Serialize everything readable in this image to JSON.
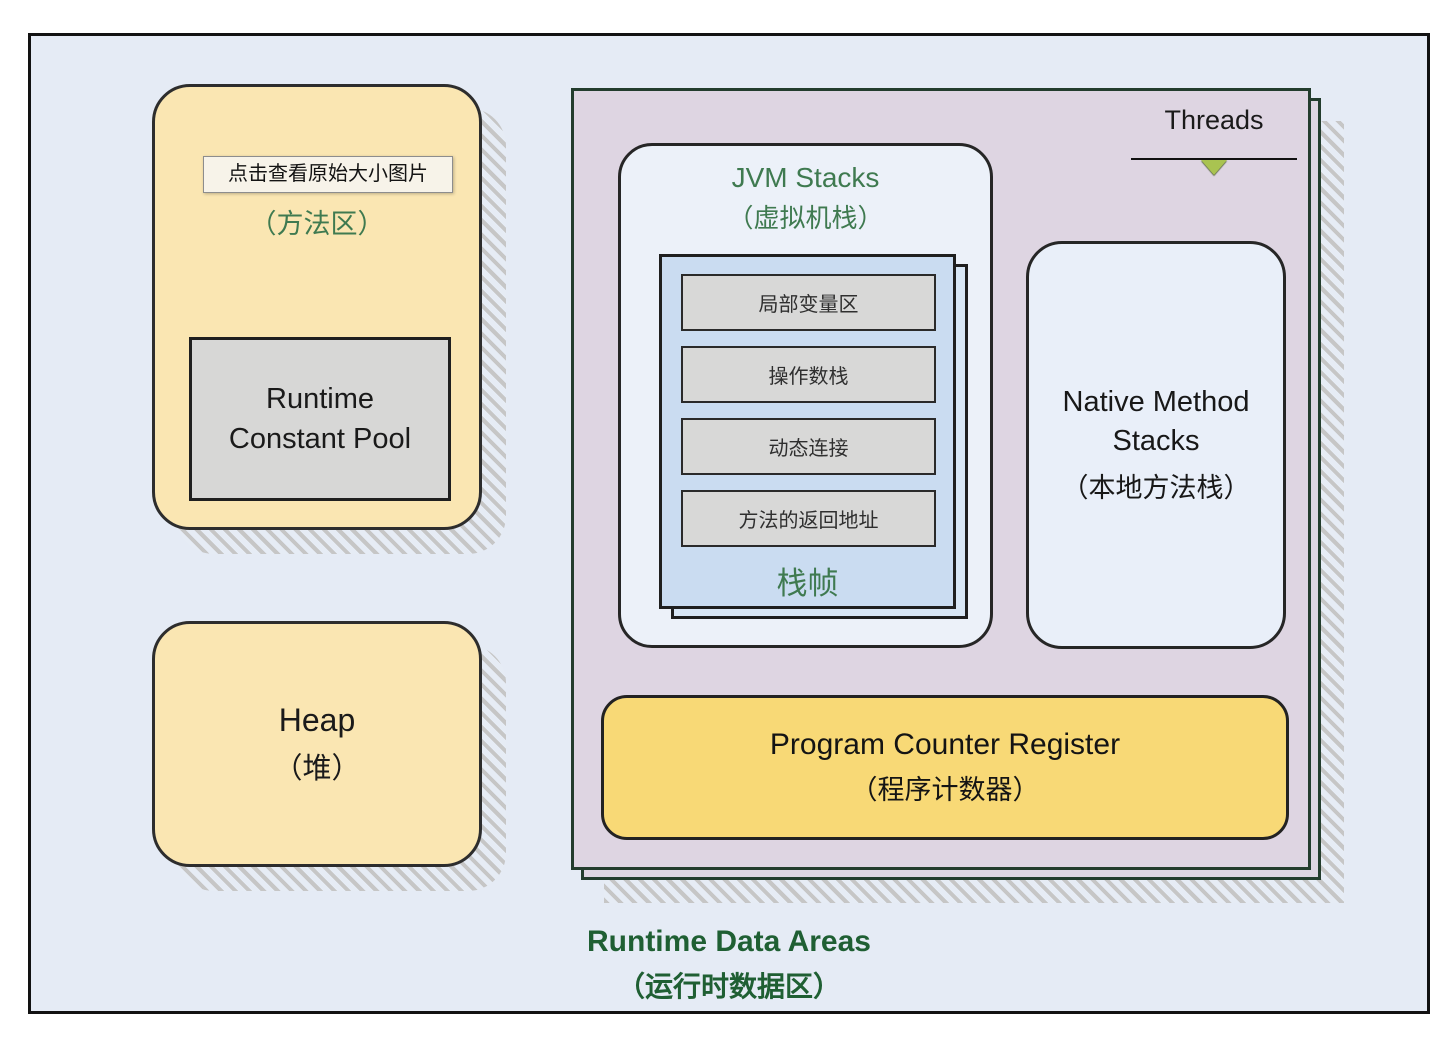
{
  "diagram": {
    "tooltip_text": "点击查看原始大小图片",
    "method_area": {
      "label_cn": "（方法区）",
      "constant_pool_line1": "Runtime",
      "constant_pool_line2": "Constant Pool"
    },
    "heap": {
      "label_en": "Heap",
      "label_cn": "（堆）"
    },
    "threads_label": "Threads",
    "jvm_stacks": {
      "title_en": "JVM Stacks",
      "title_cn": "（虚拟机栈）",
      "frame_rows": [
        "局部变量区",
        "操作数栈",
        "动态连接",
        "方法的返回地址"
      ],
      "frame_label": "栈帧"
    },
    "native_method_stacks": {
      "line1": "Native Method",
      "line2": "Stacks",
      "label_cn": "（本地方法栈）"
    },
    "pc_register": {
      "label_en": "Program Counter Register",
      "label_cn": "（程序计数器）"
    },
    "footer": {
      "title_en": "Runtime Data Areas",
      "title_cn": "（运行时数据区）"
    },
    "colors": {
      "frame_background": "#e5ebf5",
      "yellow_box": "#fae6b2",
      "gold_box": "#f8d976",
      "lavender_container": "#ded5e2",
      "stack_frame_blue": "#cadcf1",
      "panel_blue": "#ecf1f9",
      "gray_box": "#d7d7d6",
      "green_title": "#3f7a50",
      "green_footer": "#1f5f33",
      "triangle_green": "#a9c351"
    }
  }
}
